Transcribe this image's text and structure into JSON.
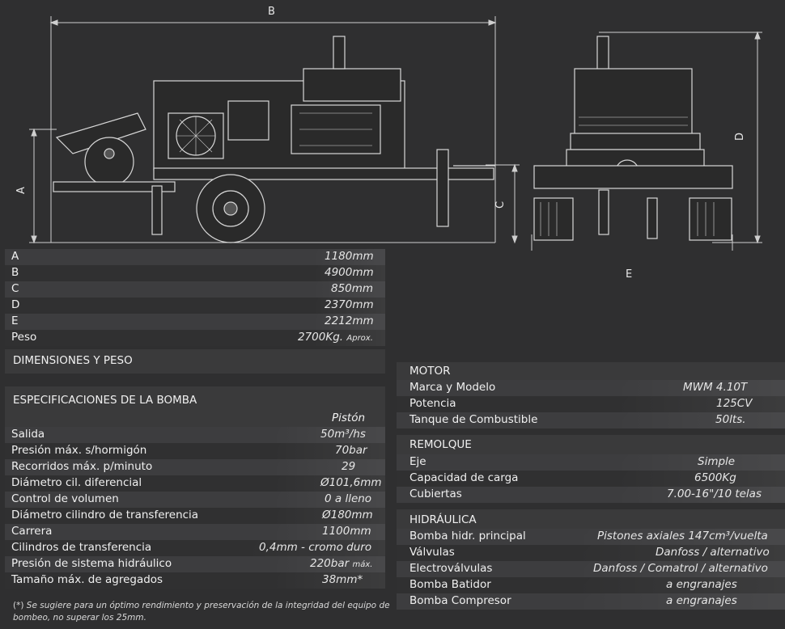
{
  "drawing": {
    "dim_letters": [
      "A",
      "B",
      "C",
      "D",
      "E"
    ]
  },
  "dimensions": {
    "title": "DIMENSIONES Y PESO",
    "rows": [
      {
        "label": "A",
        "value": "1180mm"
      },
      {
        "label": "B",
        "value": "4900mm"
      },
      {
        "label": "C",
        "value": "850mm"
      },
      {
        "label": "D",
        "value": "2370mm"
      },
      {
        "label": "E",
        "value": "2212mm"
      },
      {
        "label": "Peso",
        "value": "2700Kg.",
        "suffix": "Aprox."
      }
    ]
  },
  "pump": {
    "title": "ESPECIFICACIONES DE LA BOMBA",
    "column_header": "Pistón",
    "rows": [
      {
        "label": "Salida",
        "value": "50m³/hs"
      },
      {
        "label": "Presión máx. s/hormigón",
        "value": "70bar"
      },
      {
        "label": "Recorridos máx. p/minuto",
        "value": "29"
      },
      {
        "label": "Diámetro cil. diferencial",
        "value": "Ø101,6mm"
      },
      {
        "label": "Control de volumen",
        "value": "0 a lleno"
      },
      {
        "label": "Diámetro cilindro de transferencia",
        "value": "Ø180mm"
      },
      {
        "label": "Carrera",
        "value": "1100mm"
      },
      {
        "label": "Cilindros de transferencia",
        "value": "0,4mm - cromo duro"
      },
      {
        "label": "Presión de sistema hidráulico",
        "value": "220bar",
        "suffix": "máx."
      },
      {
        "label": "Tamaño máx. de agregados",
        "value": "38mm*"
      }
    ],
    "note_marker": "(*)",
    "note": "Se sugiere para un óptimo rendimiento y preservación de la integridad del equipo de bombeo, no superar los 25mm."
  },
  "motor": {
    "title": "MOTOR",
    "rows": [
      {
        "label": "Marca y Modelo",
        "value": "MWM 4.10T"
      },
      {
        "label": "Potencia",
        "value": "125CV"
      },
      {
        "label": "Tanque de Combustible",
        "value": "50lts."
      }
    ]
  },
  "remolque": {
    "title": "REMOLQUE",
    "rows": [
      {
        "label": "Eje",
        "value": "Simple"
      },
      {
        "label": "Capacidad de carga",
        "value": "6500Kg"
      },
      {
        "label": "Cubiertas",
        "value": "7.00-16\"/10 telas"
      }
    ]
  },
  "hidraulica": {
    "title": "HIDRÁULICA",
    "rows": [
      {
        "label": "Bomba hidr. principal",
        "value": "Pistones axiales 147cm³/vuelta"
      },
      {
        "label": "Válvulas",
        "value": "Danfoss / alternativo"
      },
      {
        "label": "Electroválvulas",
        "value": "Danfoss / Comatrol / alternativo"
      },
      {
        "label": "Bomba Batidor",
        "value": "a engranajes"
      },
      {
        "label": "Bomba Compresor",
        "value": "a engranajes"
      }
    ]
  }
}
